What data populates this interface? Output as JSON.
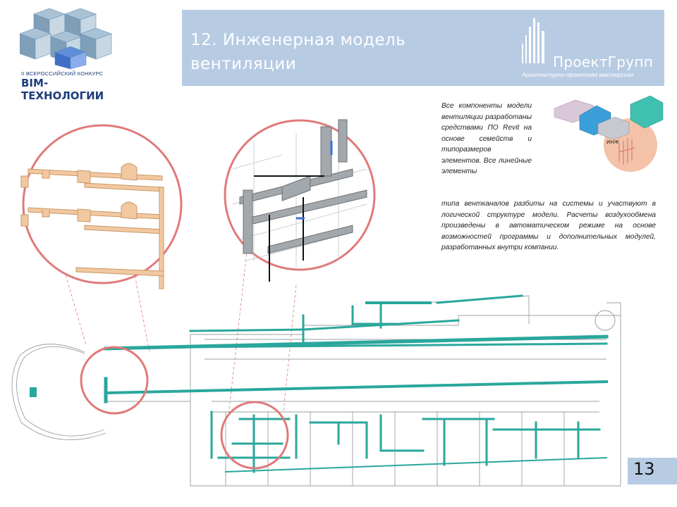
{
  "contest": {
    "label": "II ВСЕРОССИЙСКИЙ КОНКУРС",
    "name": "BIM-ТЕХНОЛОГИИ"
  },
  "slide": {
    "title_line1": "12. Инженерная модель",
    "title_line2": "вентиляции"
  },
  "company": {
    "name": "ПроектГрупп",
    "subtitle": "Архитектурно-проектная мастерская"
  },
  "description": {
    "part1": "Все компоненты модели вентиляции разработаны средствами ПО Revit на основе семейств и типоразмеров элементов. Все линейные элементы",
    "part2": "типа вентканалов разбиты на системы и участвуют в логической структуре модели. Расчеты воздухообмена произведены в автоматическом режиме на основе возможностей программы и дополнительных модулей, разработанных внутри компании."
  },
  "thumbnail": {
    "label": "ИНЖ"
  },
  "page": {
    "number": "13"
  },
  "colors": {
    "header_band": "#b7cbe3",
    "duct_teal": "#2aa79c",
    "callout_circle": "#e07a7a",
    "duct_orange": "#f2c8a0",
    "brand_blue": "#1c3d7a"
  }
}
